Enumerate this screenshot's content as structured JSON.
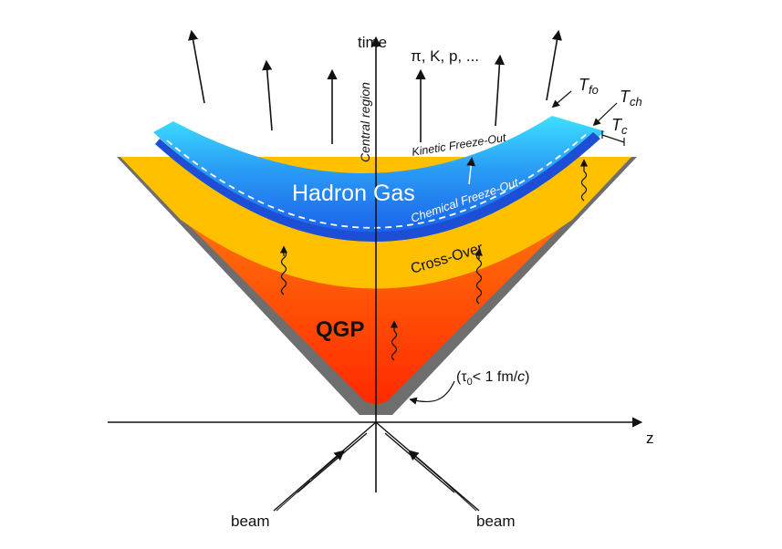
{
  "diagram": {
    "axes": {
      "time_label": "time",
      "z_label": "z",
      "central_region_label": "Central region"
    },
    "particles_label": "π, K, p, ...",
    "temperatures": {
      "fo": {
        "symbol": "T",
        "subscript": "fo"
      },
      "ch": {
        "symbol": "T",
        "subscript": "ch"
      },
      "c": {
        "symbol": "T",
        "subscript": "c"
      }
    },
    "regions": {
      "hadron_gas": "Hadron Gas",
      "qgp": "QGP",
      "cross_over": "Cross-Over"
    },
    "curves": {
      "kinetic_freeze_out": "Kinetic Freeze-Out",
      "chemical_freeze_out": "Chemical Freeze-Out"
    },
    "tau0": {
      "prefix": "(τ",
      "sub": "0",
      "mid": "< 1 fm/",
      "unit": "c",
      "suffix": ")"
    },
    "beams": [
      "beam",
      "beam"
    ],
    "colors": {
      "qgp_bottom": "#ff2a00",
      "qgp_top": "#ff8a10",
      "crossover": "#ffc000",
      "hadron_blue": "#1a60ea",
      "hadron_cyan": "#3ce0ff",
      "cone_edge": "#6e6e6e"
    }
  }
}
